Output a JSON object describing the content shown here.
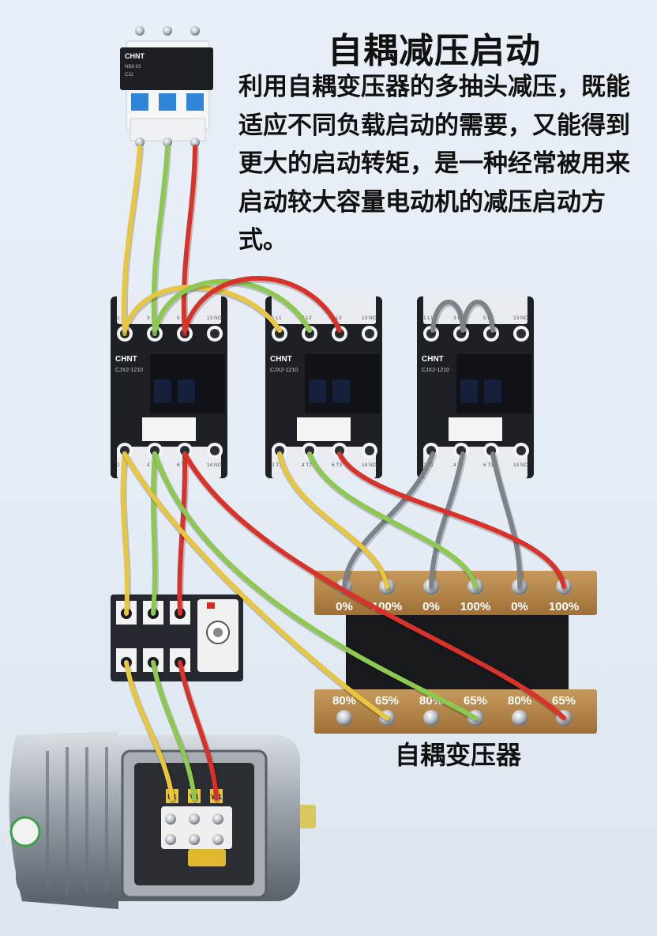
{
  "title": "自耦减压启动",
  "description": "利用自耦变压器的多抽头减压，既能适应不同负载启动的需要，又能得到更大的启动转矩，是一种经常被用来启动较大容量电动机的减压启动方式。",
  "transformer_label": "自耦变压器",
  "breaker": {
    "brand": "CHNT",
    "model": "NB8-63",
    "rating": "C32"
  },
  "contactors": [
    {
      "brand": "CHNT",
      "model": "CJX2-1210",
      "top_terminals": [
        "1 L1",
        "3 L2",
        "5 L3",
        "13 NO"
      ],
      "bottom_terminals": [
        "2 T1",
        "4 T2",
        "6 T3",
        "14 NO"
      ]
    },
    {
      "brand": "CHNT",
      "model": "CJX2-1210",
      "top_terminals": [
        "1 L1",
        "3 L2",
        "5 L3",
        "13 NO"
      ],
      "bottom_terminals": [
        "2 T1",
        "4 T2",
        "6 T3",
        "14 NO"
      ]
    },
    {
      "brand": "CHNT",
      "model": "CJX2-1210",
      "top_terminals": [
        "1 L1",
        "3 L2",
        "5 L3",
        "13 NO"
      ],
      "bottom_terminals": [
        "2 T1",
        "4 T2",
        "6 T3",
        "14 NO"
      ]
    }
  ],
  "transformer_taps_top": [
    "0%",
    "100%",
    "0%",
    "100%",
    "0%",
    "100%"
  ],
  "transformer_taps_bottom": [
    "80%",
    "65%",
    "80%",
    "65%",
    "80%",
    "65%"
  ],
  "motor_terminals": [
    "U1",
    "V1",
    "W1"
  ],
  "colors": {
    "phase_a": "#e8c640",
    "phase_b": "#8dc850",
    "phase_c": "#d8322a",
    "neutral": "#7d8288",
    "busbar": "#b48448",
    "contactor": "#23282f",
    "background": "#e6edf5"
  }
}
